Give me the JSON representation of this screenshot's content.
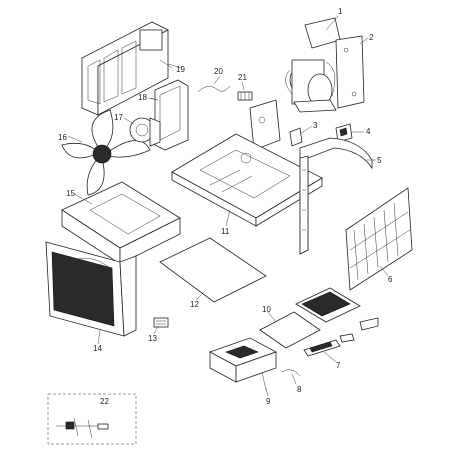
{
  "figure": {
    "callouts": [
      "1",
      "2",
      "3",
      "4",
      "5",
      "6",
      "7",
      "8",
      "9",
      "10",
      "11",
      "12",
      "13",
      "14",
      "15",
      "16",
      "17",
      "18",
      "19",
      "20",
      "21",
      "22"
    ]
  }
}
